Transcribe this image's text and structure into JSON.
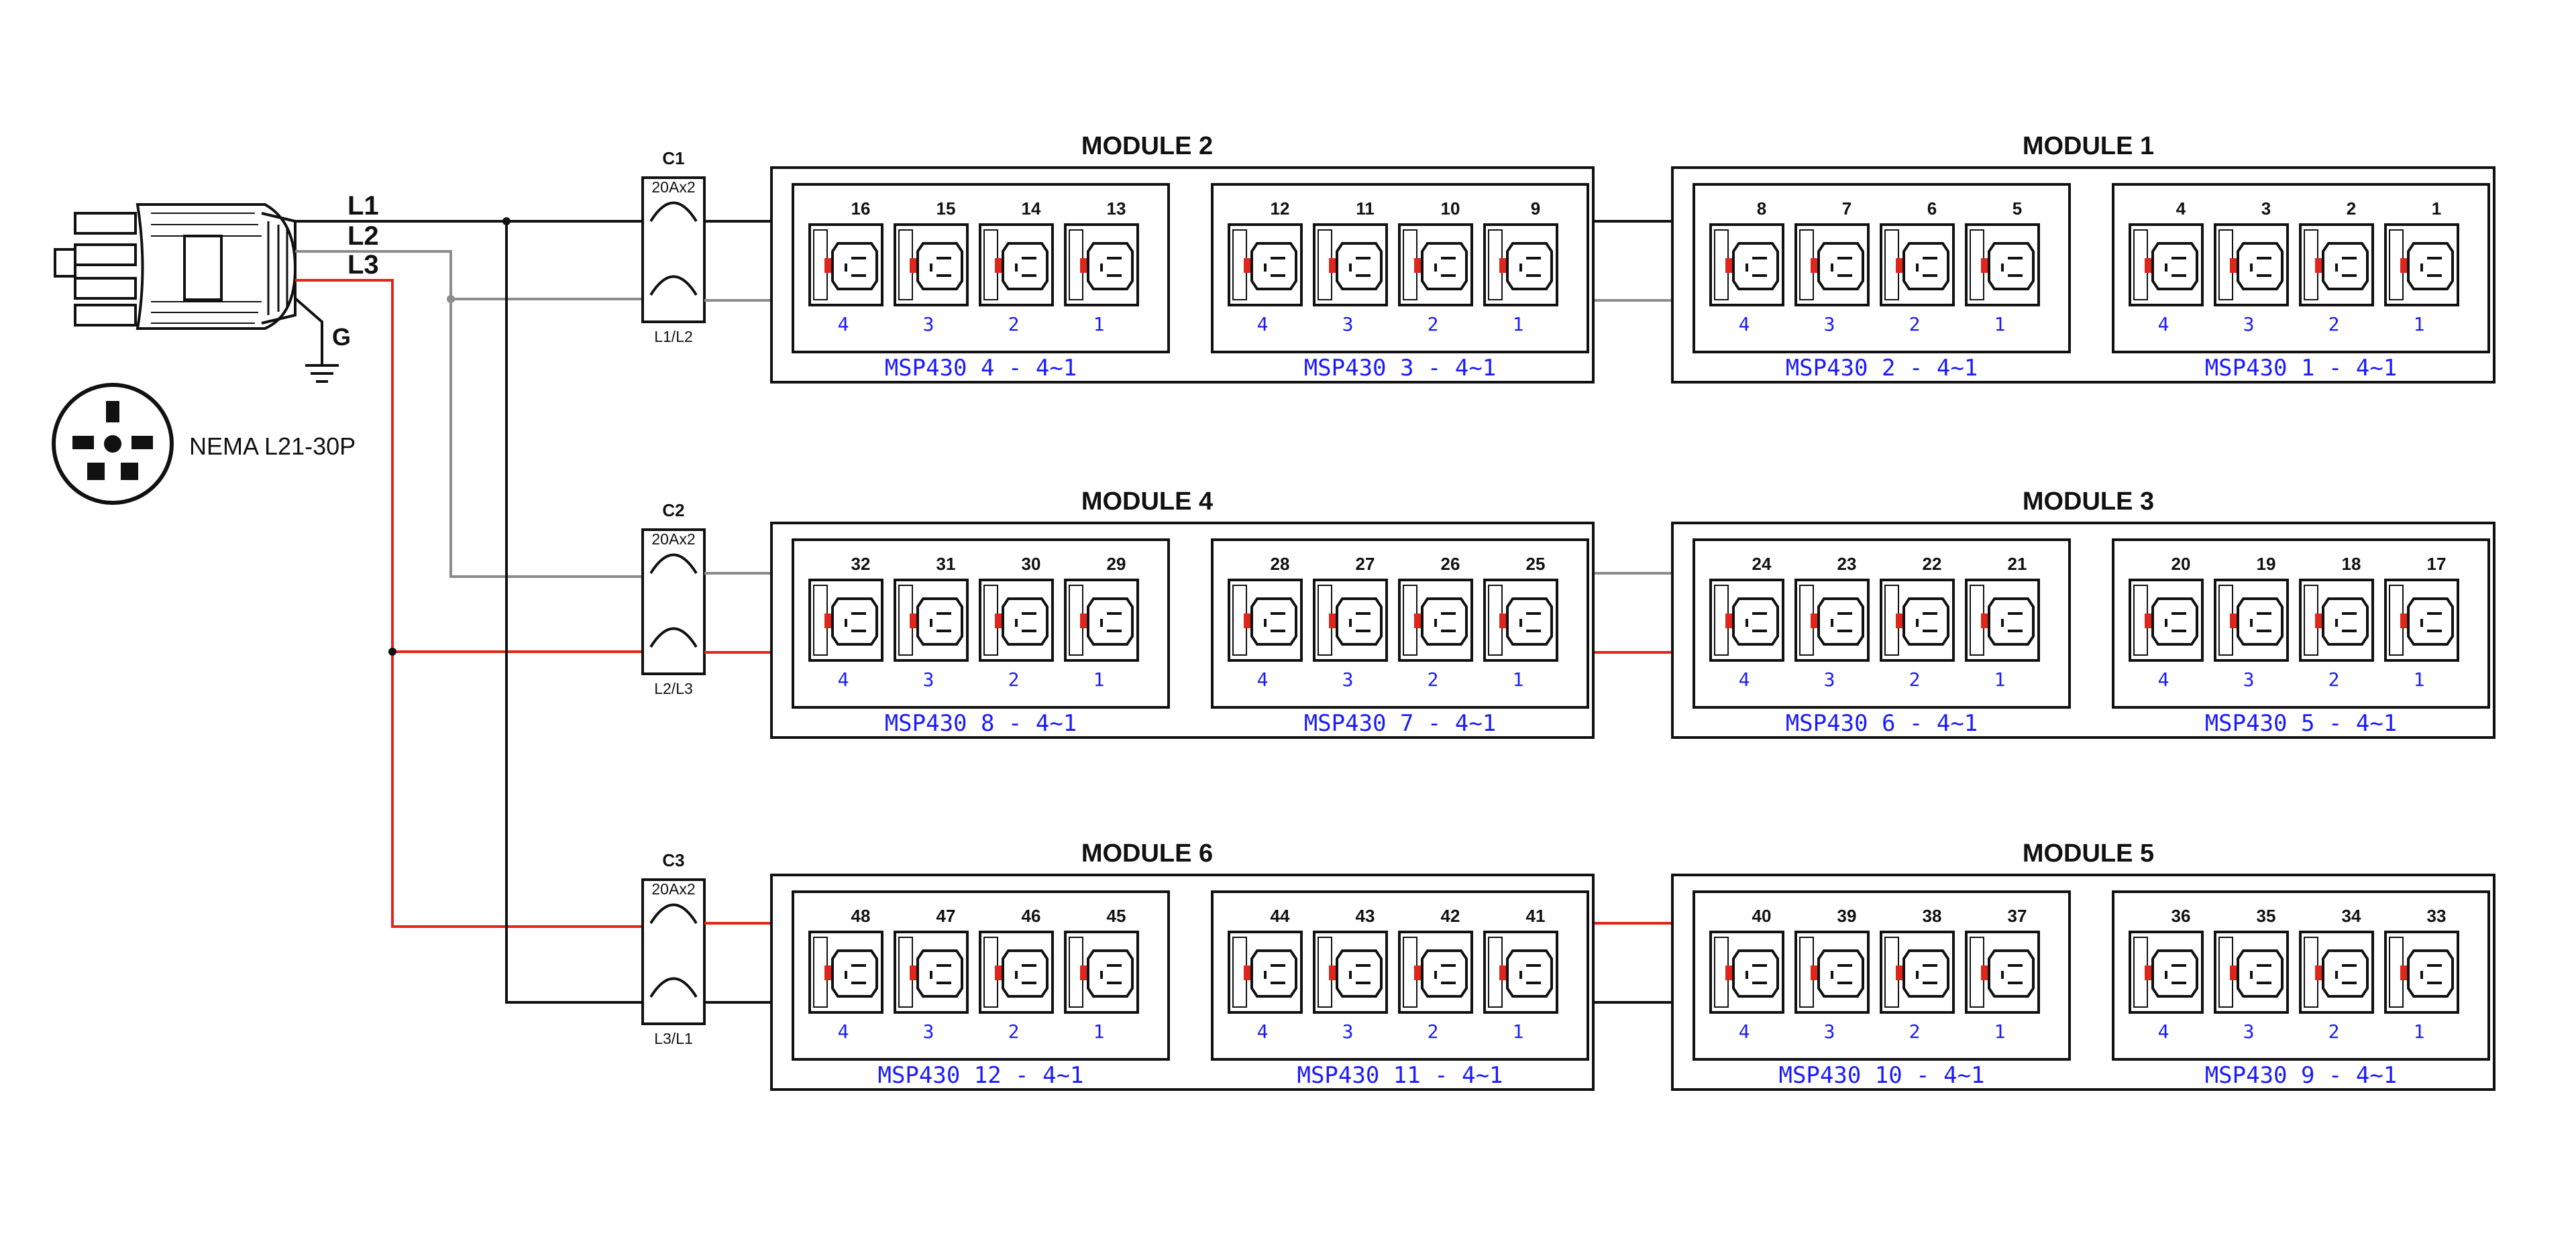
{
  "title_note": "",
  "plug": {
    "label": "NEMA L21-30P",
    "lines": [
      "L1",
      "L2",
      "L3"
    ],
    "ground": "G"
  },
  "colors": {
    "line_black": "#111111",
    "line_gray": "#8c8c8c",
    "line_red": "#e0261b",
    "socket_indicator": "#e0261b",
    "label_blue": "#1a1aff"
  },
  "breakers": [
    {
      "name": "C1",
      "rating": "20Ax2",
      "phases": "L1/L2"
    },
    {
      "name": "C2",
      "rating": "20Ax2",
      "phases": "L2/L3"
    },
    {
      "name": "C3",
      "rating": "20Ax2",
      "phases": "L3/L1"
    }
  ],
  "modules": [
    {
      "title": "MODULE 2",
      "units": [
        {
          "label": "MSP430 4 - 4~1",
          "outlets": [
            "16",
            "15",
            "14",
            "13"
          ]
        },
        {
          "label": "MSP430 3 - 4~1",
          "outlets": [
            "12",
            "11",
            "10",
            "9"
          ]
        }
      ]
    },
    {
      "title": "MODULE 1",
      "units": [
        {
          "label": "MSP430 2 - 4~1",
          "outlets": [
            "8",
            "7",
            "6",
            "5"
          ]
        },
        {
          "label": "MSP430 1 - 4~1",
          "outlets": [
            "4",
            "3",
            "2",
            "1"
          ]
        }
      ]
    },
    {
      "title": "MODULE 4",
      "units": [
        {
          "label": "MSP430 8 - 4~1",
          "outlets": [
            "32",
            "31",
            "30",
            "29"
          ]
        },
        {
          "label": "MSP430 7 - 4~1",
          "outlets": [
            "28",
            "27",
            "26",
            "25"
          ]
        }
      ]
    },
    {
      "title": "MODULE 3",
      "units": [
        {
          "label": "MSP430 6 - 4~1",
          "outlets": [
            "24",
            "23",
            "22",
            "21"
          ]
        },
        {
          "label": "MSP430 5 - 4~1",
          "outlets": [
            "20",
            "19",
            "18",
            "17"
          ]
        }
      ]
    },
    {
      "title": "MODULE 6",
      "units": [
        {
          "label": "MSP430 12 - 4~1",
          "outlets": [
            "48",
            "47",
            "46",
            "45"
          ]
        },
        {
          "label": "MSP430 11 - 4~1",
          "outlets": [
            "44",
            "43",
            "42",
            "41"
          ]
        }
      ]
    },
    {
      "title": "MODULE 5",
      "units": [
        {
          "label": "MSP430 10 - 4~1",
          "outlets": [
            "40",
            "39",
            "38",
            "37"
          ]
        },
        {
          "label": "MSP430 9 - 4~1",
          "outlets": [
            "36",
            "35",
            "34",
            "33"
          ]
        }
      ]
    }
  ],
  "port_labels": [
    "4",
    "3",
    "2",
    "1"
  ]
}
